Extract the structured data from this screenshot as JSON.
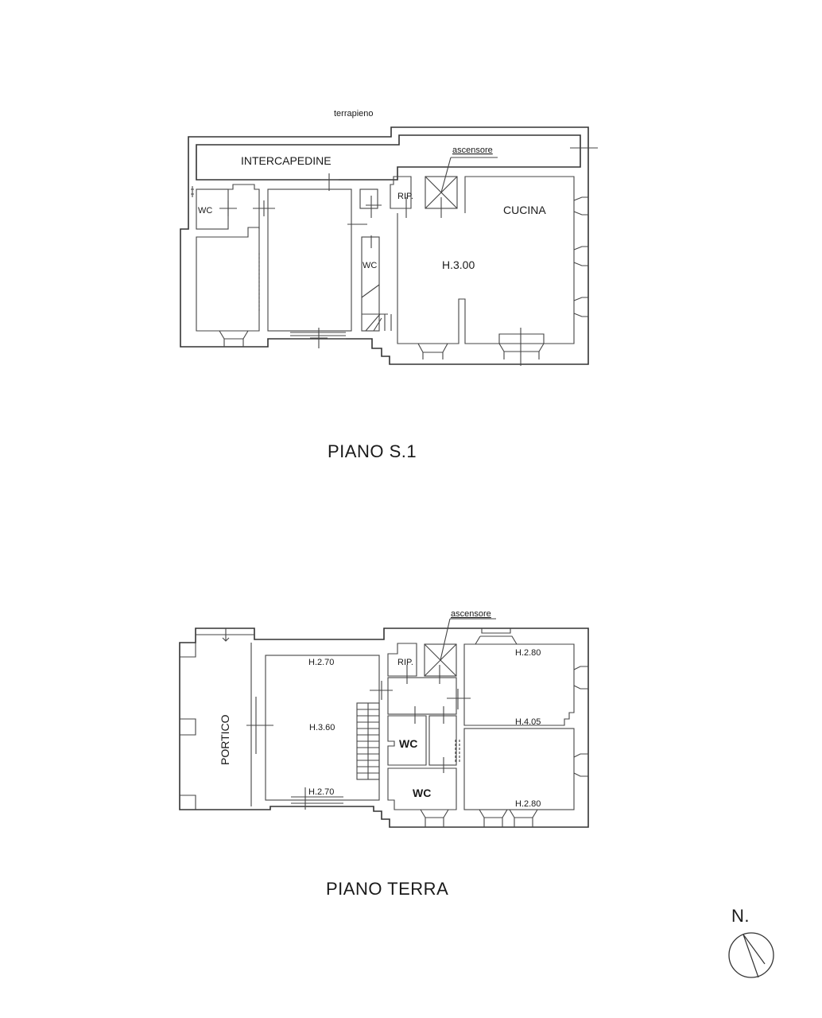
{
  "floor_s1": {
    "title": "PIANO S.1",
    "labels": {
      "terrapieno": "terrapieno",
      "intercapedine": "INTERCAPEDINE",
      "ascensore": "ascensore",
      "rip": "RIP.",
      "wc_left": "WC",
      "wc_stair": "WC",
      "cucina": "CUCINA",
      "height": "H.3.00"
    }
  },
  "floor_terra": {
    "title": "PIANO TERRA",
    "labels": {
      "ascensore": "ascensore",
      "rip": "RIP.",
      "portico": "PORTICO",
      "main_h_top": "H.2.70",
      "main_h_center": "H.3.60",
      "main_h_bottom": "H.2.70",
      "right_top_h": "H.2.80",
      "right_mid_h": "H.4.05",
      "right_bottom_h": "H.2.80",
      "wc_upper": "WC",
      "wc_lower": "WC"
    }
  },
  "north_arrow": {
    "label": "N."
  }
}
